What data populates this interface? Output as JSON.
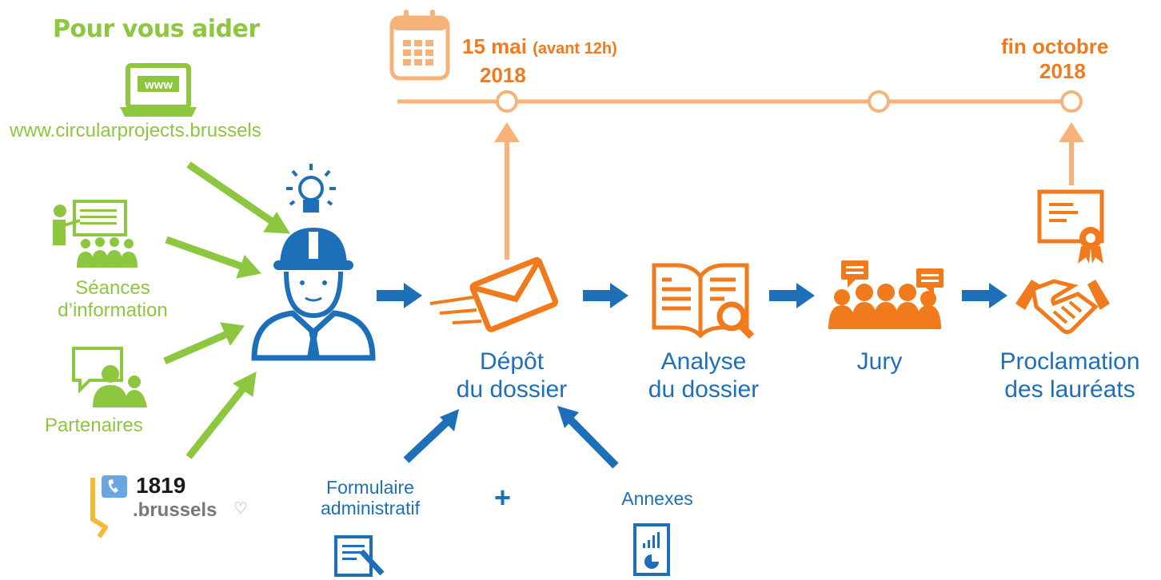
{
  "help": {
    "title": "Pour vous aider",
    "website": "www.circularprojects.brussels",
    "www_badge": "www",
    "sessions_line1": "Séances",
    "sessions_line2": "d’information",
    "partners": "Partenaires",
    "hotline_number": "1819",
    "hotline_domain": ".brussels"
  },
  "timeline": {
    "start_date": "15 mai",
    "start_note": "(avant 12h)",
    "start_year": "2018",
    "end_date": "fin octobre",
    "end_year": "2018"
  },
  "stages": [
    {
      "line1": "Dépôt",
      "line2": "du dossier"
    },
    {
      "line1": "Analyse",
      "line2": "du dossier"
    },
    {
      "line1": "Jury",
      "line2": ""
    },
    {
      "line1": "Proclamation",
      "line2": "des lauréats"
    }
  ],
  "documents": {
    "form_line1": "Formulaire",
    "form_line2": "administratif",
    "plus": "+",
    "annexes": "Annexes"
  },
  "colors": {
    "green": "#8dc63f",
    "blue": "#1d6fb8",
    "orange": "#f07a1c",
    "light_orange": "#f7b27a"
  },
  "icons": [
    "calendar-icon",
    "laptop-icon",
    "presentation-icon",
    "chat-people-icon",
    "phone-icon",
    "lightbulb-icon",
    "worker-icon",
    "envelope-icon",
    "book-search-icon",
    "jury-icon",
    "certificate-icon",
    "handshake-icon",
    "form-icon",
    "annex-icon"
  ]
}
